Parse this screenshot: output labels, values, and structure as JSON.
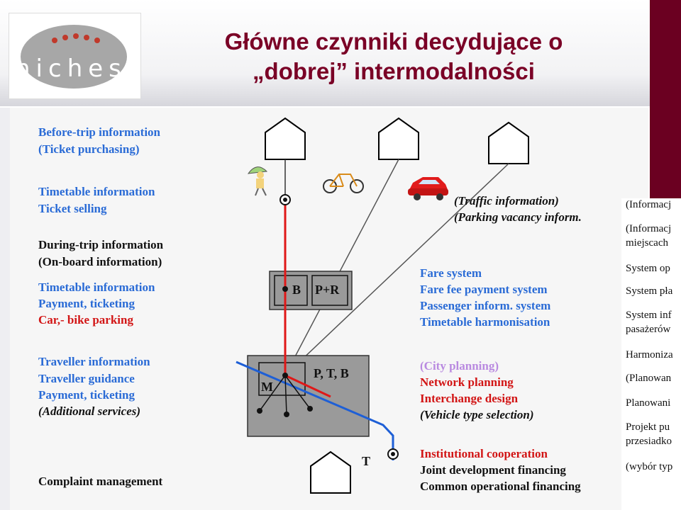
{
  "title": {
    "line1": "Główne czynniki decydujące o",
    "line2": "„dobrej” intermodalności"
  },
  "logo": {
    "text": "niches"
  },
  "left_column": [
    {
      "text": "Before-trip information",
      "color": "blue"
    },
    {
      "text": "(Ticket purchasing)",
      "color": "blue"
    },
    {
      "text": "Timetable information",
      "color": "blue"
    },
    {
      "text": "Ticket selling",
      "color": "blue"
    },
    {
      "text": "During-trip information",
      "color": "black"
    },
    {
      "text": "(On-board information)",
      "color": "black"
    },
    {
      "text": "Timetable information",
      "color": "blue"
    },
    {
      "text": "Payment, ticketing",
      "color": "blue"
    },
    {
      "text": "Car,- bike parking",
      "color": "red"
    },
    {
      "text": "Traveller information",
      "color": "blue"
    },
    {
      "text": "Traveller guidance",
      "color": "blue"
    },
    {
      "text": "Payment, ticketing",
      "color": "blue"
    },
    {
      "text": "(Additional services)",
      "color": "black"
    },
    {
      "text": "Complaint management",
      "color": "black"
    }
  ],
  "middle_column": {
    "traffic": [
      "(Traffic information)",
      "(Parking vacancy inform."
    ],
    "fare": [
      "Fare system",
      "Fare fee payment system",
      "Passenger inform. system",
      "Timetable harmonisation"
    ],
    "planning": [
      "(City planning)",
      "Network planning",
      "Interchange design",
      "(Vehicle type selection)"
    ],
    "institutional": [
      "Institutional cooperation",
      "Joint development financing",
      "Common operational financing"
    ]
  },
  "diagram": {
    "bp_box_labels": [
      "B",
      "P+R"
    ],
    "hub_labels": [
      "M",
      "P, T, B"
    ],
    "stop_label": "T",
    "icons": [
      "pedestrian-icon",
      "bicycle-icon",
      "car-icon"
    ],
    "colors": {
      "rail": "#e01818",
      "bus": "#1e5fd6",
      "road": "#555555"
    }
  },
  "right_column": [
    "(Informacj",
    "(Informacj",
    "miejscach",
    "System op",
    "System pła",
    "System inf",
    "pasażerów",
    "Harmoniza",
    "(Planowan",
    "Planowani",
    "Projekt pu",
    "przesiadko",
    "(wybór typ"
  ]
}
